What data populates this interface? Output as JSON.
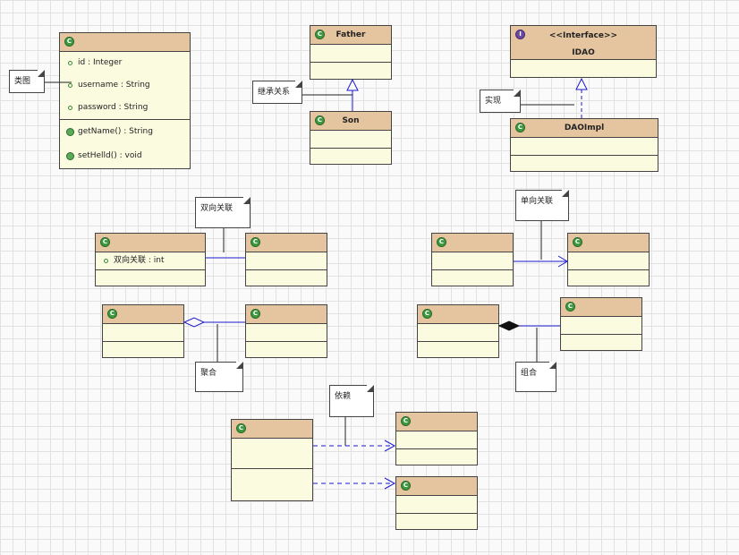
{
  "classes": {
    "user": {
      "attributes": [
        "id : Integer",
        "username : String",
        "password : String"
      ],
      "methods": [
        "getName() : String",
        "setHelld() : void"
      ]
    },
    "father": {
      "name": "Father"
    },
    "son": {
      "name": "Son"
    },
    "idao": {
      "stereotype": "<<Interface>>",
      "name": "IDAO"
    },
    "daoimpl": {
      "name": "DAOImpl"
    },
    "bidir_left": {
      "attribute": "双向关联 : int"
    }
  },
  "notes": {
    "class_diagram": "类图",
    "inheritance": "继承关系",
    "realization": "实现",
    "bidirectional": "双向关联",
    "unidirectional": "单向关联",
    "aggregation": "聚合",
    "composition": "组合",
    "dependency": "依赖"
  },
  "colors": {
    "header": "#e5c4a0",
    "body": "#fbfbe0",
    "relation_line": "#1a1ad0",
    "note_line": "#222222"
  }
}
